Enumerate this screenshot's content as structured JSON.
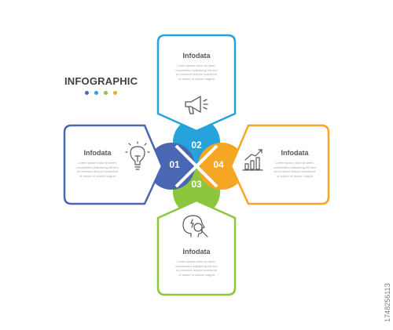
{
  "header": {
    "title": "INFOGRAPHIC",
    "dot_colors": [
      "#4a67b3",
      "#27a3dc",
      "#8cc63f",
      "#f5a623"
    ]
  },
  "cards": [
    {
      "number": "01",
      "heading": "Infodata",
      "body": [
        "Lorem ipsum dolor sit amet,",
        "consectetur adipiscing elit sed",
        "do eiusmod tempor incididunt",
        "ut labore et dolore magna"
      ],
      "color": "#4a67b3",
      "icon": "lightbulb-icon"
    },
    {
      "number": "02",
      "heading": "Infodata",
      "body": [
        "Lorem ipsum dolor sit amet,",
        "consectetur adipiscing elit sed",
        "do eiusmod tempor incididunt",
        "ut labore et dolore magna"
      ],
      "color": "#27a3dc",
      "icon": "megaphone-icon"
    },
    {
      "number": "03",
      "heading": "Infodata",
      "body": [
        "Lorem ipsum dolor sit amet,",
        "consectetur adipiscing elit sed",
        "do eiusmod tempor incididunt",
        "ut labore et dolore magna"
      ],
      "color": "#8cc63f",
      "icon": "head-search-icon"
    },
    {
      "number": "04",
      "heading": "Infodata",
      "body": [
        "Lorem ipsum dolor sit amet,",
        "consectetur adipiscing elit sed",
        "do eiusmod tempor incididunt",
        "ut labore et dolore magna"
      ],
      "color": "#f5a623",
      "icon": "growth-chart-icon"
    }
  ],
  "stock_id": "174825611З"
}
